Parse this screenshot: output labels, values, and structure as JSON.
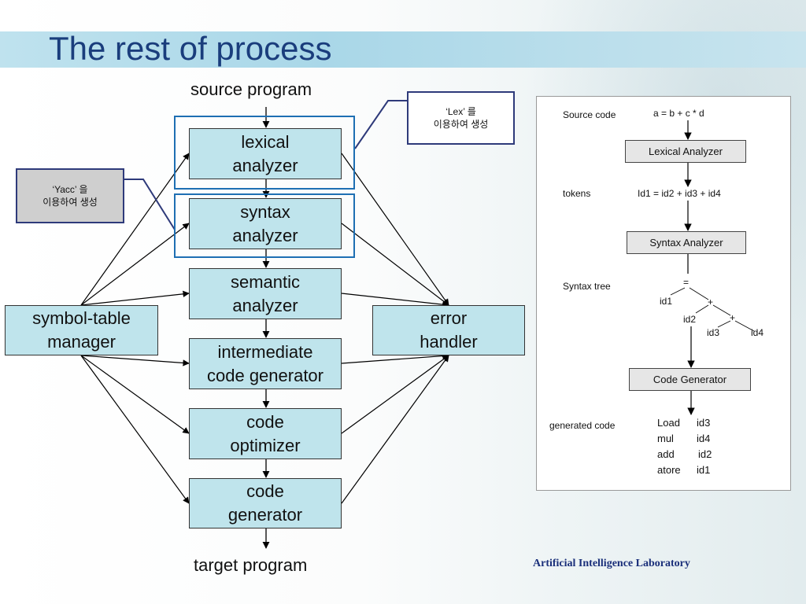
{
  "slide": {
    "title": "The rest of process",
    "footer": "Artificial Intelligence Laboratory"
  },
  "pipeline": {
    "source": "source program",
    "target": "target program",
    "phases": [
      {
        "label": "lexical\nanalyzer"
      },
      {
        "label": "syntax\nanalyzer"
      },
      {
        "label": "semantic\nanalyzer"
      },
      {
        "label": "intermediate\ncode generator"
      },
      {
        "label": "code\noptimizer"
      },
      {
        "label": "code\ngenerator"
      }
    ],
    "symbol_table": "symbol-table\nmanager",
    "error_handler": "error\nhandler"
  },
  "notes": {
    "lex": "‘Lex’ 를\n이용하여 생성",
    "yacc": "‘Yacc’ 을\n이용하여 생성"
  },
  "example": {
    "source_label": "Source code",
    "source_value": "a = b + c * d",
    "lexical_box": "Lexical Analyzer",
    "tokens_label": "tokens",
    "tokens_value": "Id1 = id2 + id3 + id4",
    "syntax_box": "Syntax Analyzer",
    "tree_label": "Syntax tree",
    "tree": {
      "root": "=",
      "id1": "id1",
      "plus1": "+",
      "id2": "id2",
      "plus2": "+",
      "id3": "id3",
      "id4": "id4"
    },
    "codegen_box": "Code Generator",
    "generated_label": "generated code",
    "code": [
      {
        "op": "Load",
        "arg": "id3"
      },
      {
        "op": "mul",
        "arg": "id4"
      },
      {
        "op": "add",
        "arg": "id2"
      },
      {
        "op": "atore",
        "arg": "id1"
      }
    ]
  }
}
